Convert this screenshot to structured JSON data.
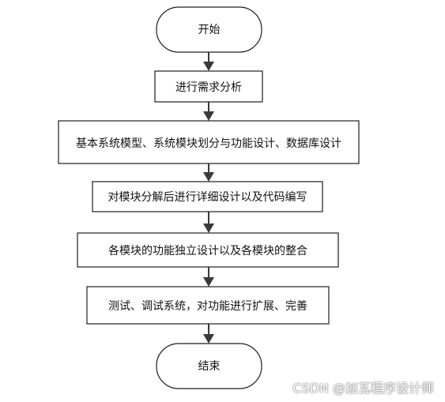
{
  "flowchart": {
    "start": {
      "label": "开始"
    },
    "steps": [
      {
        "label": "进行需求分析"
      },
      {
        "label": "基本系统模型、系统模块划分与功能设计、数据库设计"
      },
      {
        "label": "对模块分解后进行详细设计以及代码编写"
      },
      {
        "label": "各模块的功能独立设计以及各模块的整合"
      },
      {
        "label": "测试、调试系统，对功能进行扩展、完善"
      }
    ],
    "end": {
      "label": "结束"
    }
  },
  "watermark": {
    "text": "CSDN @加瓦程序设计师"
  }
}
